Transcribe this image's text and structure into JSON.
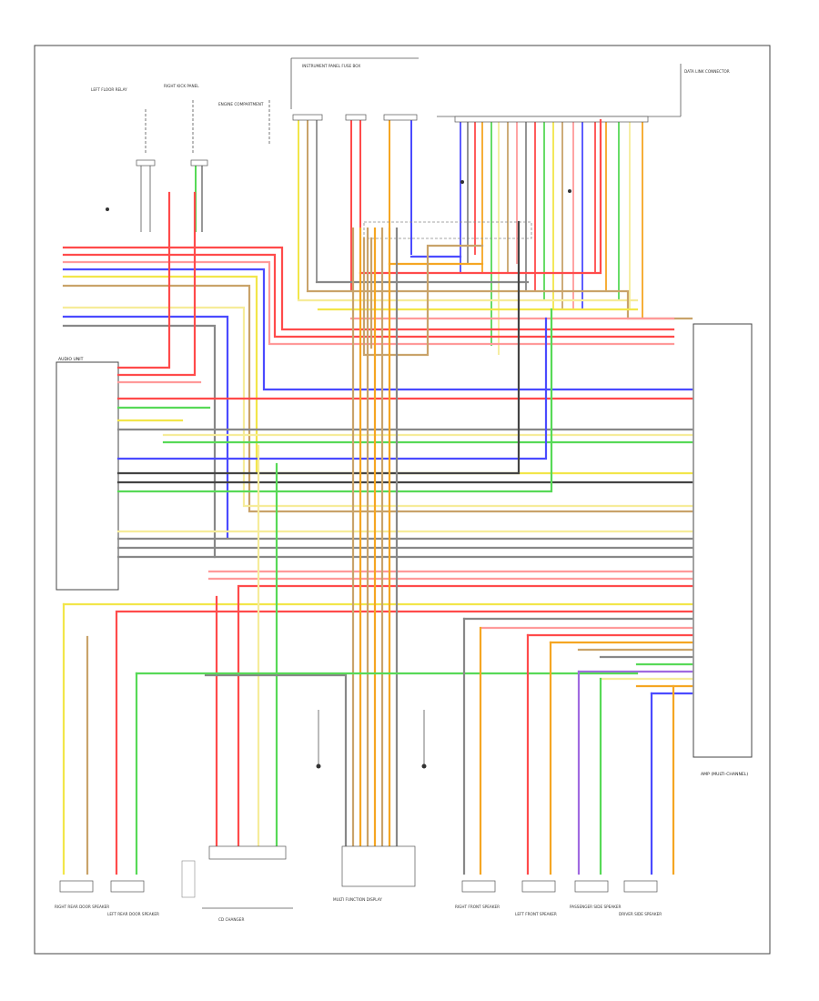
{
  "diagram": {
    "footer_mark": "",
    "top_components": [
      {
        "id": "c1",
        "label": "LEFT FLOOR RELAY"
      },
      {
        "id": "c2",
        "label": "RIGHT KICK PANEL"
      },
      {
        "id": "c3",
        "label": "ENGINE COMPARTMENT"
      },
      {
        "id": "c4",
        "label": "INSTRUMENT PANEL FUSE BOX"
      },
      {
        "id": "c5",
        "label": "DATA LINK CONNECTOR"
      }
    ],
    "left_module": {
      "label": "AUDIO UNIT"
    },
    "right_module": {
      "label": "AMP (MULTI-CHANNEL)"
    },
    "bottom_components": [
      {
        "id": "s1",
        "label": "RIGHT REAR DOOR SPEAKER"
      },
      {
        "id": "s2",
        "label": "LEFT REAR DOOR SPEAKER"
      },
      {
        "id": "s3",
        "label": "CD CHANGER"
      },
      {
        "id": "s4",
        "label": "MULTI FUNCTION DISPLAY"
      },
      {
        "id": "s5",
        "label": "RIGHT FRONT SPEAKER"
      },
      {
        "id": "s6",
        "label": "LEFT FRONT SPEAKER"
      },
      {
        "id": "s7",
        "label": "PASSENGER SIDE SPEAKER"
      },
      {
        "id": "s8",
        "label": "DRIVER SIDE SPEAKER"
      }
    ],
    "wire_colors": {
      "red": "#ff4b4b",
      "pink": "#ff9a9a",
      "blue": "#4b4bff",
      "yellow": "#f2e64a",
      "lightyellow": "#f6ec9a",
      "green": "#57d957",
      "orange": "#f5a623",
      "tan": "#c9a36a",
      "gray": "#888888",
      "violet": "#a06ae0",
      "darkgray": "#444444"
    }
  }
}
